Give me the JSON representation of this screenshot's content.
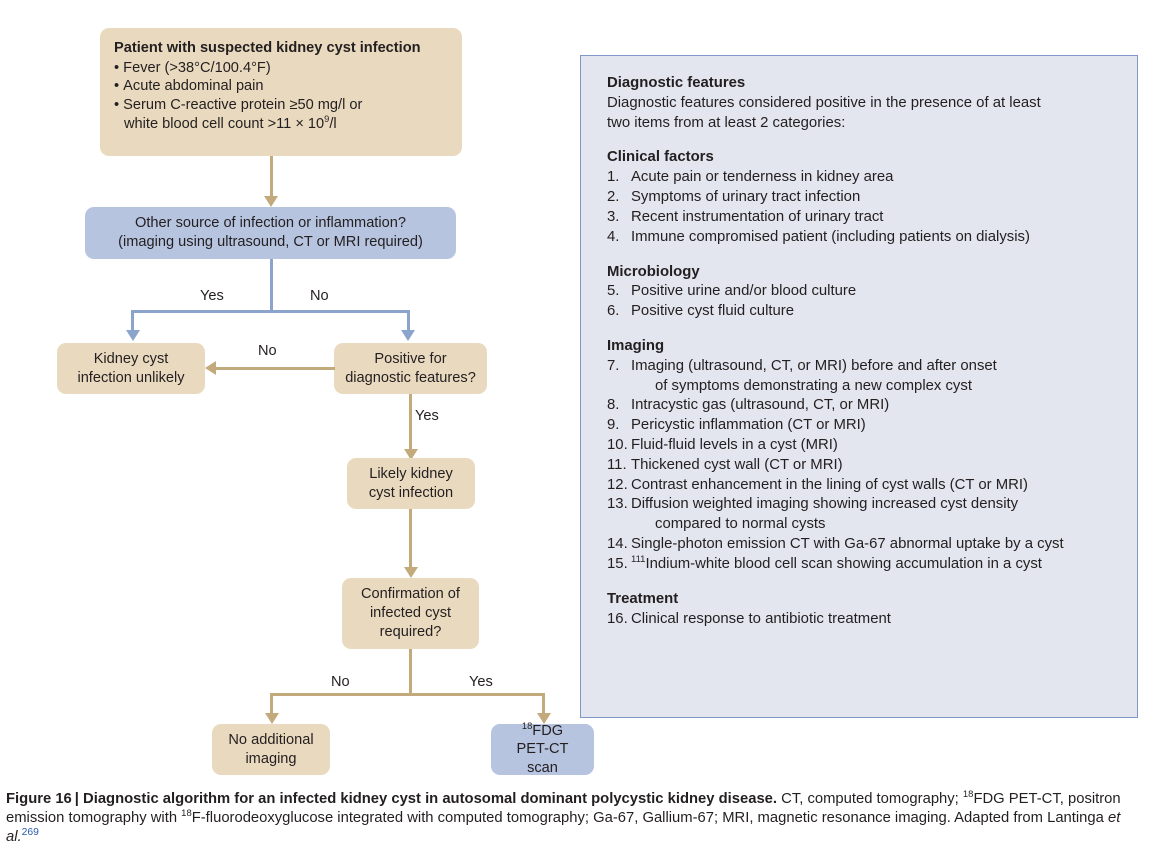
{
  "figure": {
    "label": "Figure 16",
    "separator": "|",
    "title": "Diagnostic algorithm for an infected kidney cyst in autosomal dominant polycystic kidney disease.",
    "abbreviations_1": "CT, computed tomography; ",
    "abbrev_fdg_sup": "18",
    "abbreviations_2": "FDG PET-CT, positron emission tomography with ",
    "abbrev_f_sup": "18",
    "abbreviations_3": "F-fluorodeoxyglucose integrated with computed tomography; Ga-67, Gallium-67; MRI, magnetic resonance imaging. Adapted from Lantinga ",
    "source_italic": "et al.",
    "reference": "269"
  },
  "flowchart": {
    "start_node": {
      "title": "Patient with suspected kidney cyst infection",
      "bullets": [
        "Fever (>38°C/100.4°F)",
        "Acute abdominal pain",
        "Serum C-reactive protein ≥50 mg/l or"
      ],
      "bullet3_cont_pre": "white blood cell count >11 × 10",
      "bullet3_sup": "9",
      "bullet3_cont_post": "/l"
    },
    "decision_other_source": {
      "line1": "Other source of infection or inflammation?",
      "line2": "(imaging using ultrasound, CT or MRI required)"
    },
    "outcome_unlikely": {
      "line1": "Kidney cyst",
      "line2": "infection unlikely"
    },
    "decision_positive": {
      "line1": "Positive for",
      "line2": "diagnostic features?"
    },
    "outcome_likely": {
      "line1": "Likely kidney",
      "line2": "cyst infection"
    },
    "decision_confirmation": {
      "line1": "Confirmation of",
      "line2": "infected cyst",
      "line3": "required?"
    },
    "outcome_no_imaging": {
      "line1": "No additional",
      "line2": "imaging"
    },
    "outcome_petct": {
      "sup": "18",
      "line1": "FDG",
      "line2": "PET-CT scan"
    },
    "edge_labels": {
      "other_yes": "Yes",
      "other_no": "No",
      "positive_no": "No",
      "positive_yes": "Yes",
      "confirm_no": "No",
      "confirm_yes": "Yes"
    }
  },
  "panel": {
    "heading": "Diagnostic features",
    "intro_line1": "Diagnostic features considered positive in the presence of at least",
    "intro_line2": "two items from at least 2 categories:",
    "sections": [
      {
        "heading": "Clinical factors",
        "items": [
          {
            "num": "1.",
            "text": "Acute pain or tenderness in kidney area"
          },
          {
            "num": "2.",
            "text": "Symptoms of urinary tract infection"
          },
          {
            "num": "3.",
            "text": "Recent instrumentation of urinary tract"
          },
          {
            "num": "4.",
            "text": "Immune compromised patient (including patients on dialysis)"
          }
        ]
      },
      {
        "heading": "Microbiology",
        "items": [
          {
            "num": "5.",
            "text": "Positive urine and/or blood culture"
          },
          {
            "num": "6.",
            "text": "Positive cyst fluid culture"
          }
        ]
      },
      {
        "heading": "Imaging",
        "items": [
          {
            "num": "7.",
            "text": "Imaging (ultrasound, CT, or MRI) before and after onset",
            "cont": "of symptoms demonstrating a new complex cyst"
          },
          {
            "num": "8.",
            "text": "Intracystic gas (ultrasound, CT, or MRI)"
          },
          {
            "num": "9.",
            "text": "Pericystic inflammation (CT or MRI)"
          },
          {
            "num": "10.",
            "text": "Fluid-fluid levels in a cyst (MRI)"
          },
          {
            "num": "11.",
            "text": "Thickened cyst wall (CT or MRI)"
          },
          {
            "num": "12.",
            "text": "Contrast enhancement in the lining of cyst walls (CT or MRI)"
          },
          {
            "num": "13.",
            "text": "Diffusion weighted imaging showing increased cyst density",
            "cont": "compared to normal cysts"
          },
          {
            "num": "14.",
            "text": "Single-photon emission CT with Ga-67 abnormal uptake by a cyst"
          },
          {
            "num": "15.",
            "sup": "111",
            "text": "Indium-white blood cell scan showing accumulation in a cyst"
          }
        ]
      },
      {
        "heading": "Treatment",
        "items": [
          {
            "num": "16.",
            "text": "Clinical response to antibiotic treatment"
          }
        ]
      }
    ]
  },
  "colors": {
    "tan_fill": "#e9dabf",
    "blue_fill": "#b7c4e0",
    "tan_line": "#c3aa7c",
    "blue_line": "#8ba4cc",
    "panel_fill": "#e3e5ef",
    "panel_border": "#8098c8",
    "reference_blue": "#2a5caa"
  }
}
